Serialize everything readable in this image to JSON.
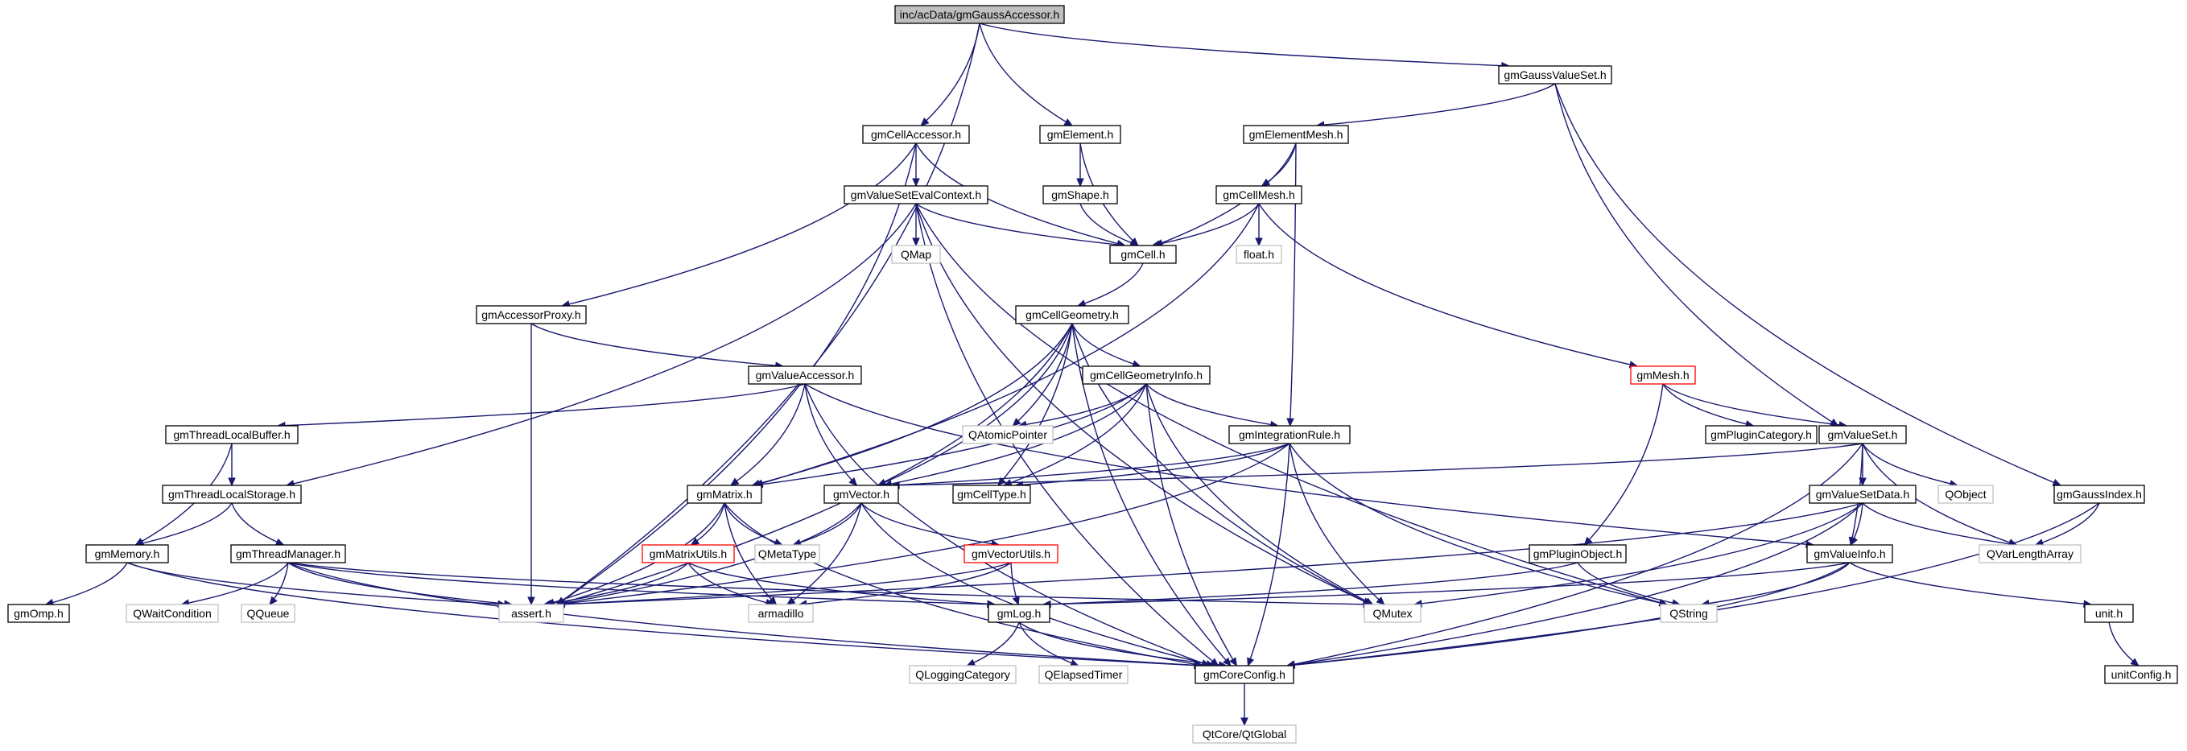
{
  "diagram": {
    "nodes": [
      {
        "id": "gmGaussAccessor",
        "label": "inc/acData/gmGaussAccessor.h",
        "style": "root"
      },
      {
        "id": "gmGaussValueSet",
        "label": "gmGaussValueSet.h",
        "style": "normal"
      },
      {
        "id": "gmCellAccessor",
        "label": "gmCellAccessor.h",
        "style": "normal"
      },
      {
        "id": "gmElement",
        "label": "gmElement.h",
        "style": "normal"
      },
      {
        "id": "gmElementMesh",
        "label": "gmElementMesh.h",
        "style": "normal"
      },
      {
        "id": "gmValueSetEvalContext",
        "label": "gmValueSetEvalContext.h",
        "style": "normal"
      },
      {
        "id": "gmShape",
        "label": "gmShape.h",
        "style": "normal"
      },
      {
        "id": "gmCellMesh",
        "label": "gmCellMesh.h",
        "style": "normal"
      },
      {
        "id": "QMap",
        "label": "QMap",
        "style": "external"
      },
      {
        "id": "gmCell",
        "label": "gmCell.h",
        "style": "normal"
      },
      {
        "id": "float",
        "label": "float.h",
        "style": "external"
      },
      {
        "id": "gmAccessorProxy",
        "label": "gmAccessorProxy.h",
        "style": "normal"
      },
      {
        "id": "gmCellGeometry",
        "label": "gmCellGeometry.h",
        "style": "normal"
      },
      {
        "id": "gmMesh",
        "label": "gmMesh.h",
        "style": "truncated"
      },
      {
        "id": "gmValueAccessor",
        "label": "gmValueAccessor.h",
        "style": "normal"
      },
      {
        "id": "gmCellGeometryInfo",
        "label": "gmCellGeometryInfo.h",
        "style": "normal"
      },
      {
        "id": "gmThreadLocalBuffer",
        "label": "gmThreadLocalBuffer.h",
        "style": "normal"
      },
      {
        "id": "QAtomicPointer",
        "label": "QAtomicPointer",
        "style": "external"
      },
      {
        "id": "gmIntegrationRule",
        "label": "gmIntegrationRule.h",
        "style": "normal"
      },
      {
        "id": "gmPluginCategory",
        "label": "gmPluginCategory.h",
        "style": "normal"
      },
      {
        "id": "gmValueSet",
        "label": "gmValueSet.h",
        "style": "normal"
      },
      {
        "id": "gmThreadLocalStorage",
        "label": "gmThreadLocalStorage.h",
        "style": "normal"
      },
      {
        "id": "gmMatrix",
        "label": "gmMatrix.h",
        "style": "normal"
      },
      {
        "id": "gmVector",
        "label": "gmVector.h",
        "style": "normal"
      },
      {
        "id": "gmCellType",
        "label": "gmCellType.h",
        "style": "normal"
      },
      {
        "id": "gmValueSetData",
        "label": "gmValueSetData.h",
        "style": "normal"
      },
      {
        "id": "QObject",
        "label": "QObject",
        "style": "external"
      },
      {
        "id": "gmGaussIndex",
        "label": "gmGaussIndex.h",
        "style": "normal"
      },
      {
        "id": "gmMemory",
        "label": "gmMemory.h",
        "style": "normal"
      },
      {
        "id": "gmThreadManager",
        "label": "gmThreadManager.h",
        "style": "normal"
      },
      {
        "id": "gmMatrixUtils",
        "label": "gmMatrixUtils.h",
        "style": "truncated"
      },
      {
        "id": "QMetaType",
        "label": "QMetaType",
        "style": "external"
      },
      {
        "id": "gmVectorUtils",
        "label": "gmVectorUtils.h",
        "style": "truncated"
      },
      {
        "id": "gmPluginObject",
        "label": "gmPluginObject.h",
        "style": "normal"
      },
      {
        "id": "gmValueInfo",
        "label": "gmValueInfo.h",
        "style": "normal"
      },
      {
        "id": "QVarLengthArray",
        "label": "QVarLengthArray",
        "style": "external"
      },
      {
        "id": "gmOmp",
        "label": "gmOmp.h",
        "style": "normal"
      },
      {
        "id": "QWaitCondition",
        "label": "QWaitCondition",
        "style": "external"
      },
      {
        "id": "QQueue",
        "label": "QQueue",
        "style": "external"
      },
      {
        "id": "assert",
        "label": "assert.h",
        "style": "external"
      },
      {
        "id": "armadillo",
        "label": "armadillo",
        "style": "external"
      },
      {
        "id": "gmLog",
        "label": "gmLog.h",
        "style": "normal"
      },
      {
        "id": "QMutex",
        "label": "QMutex",
        "style": "external"
      },
      {
        "id": "QString",
        "label": "QString",
        "style": "external"
      },
      {
        "id": "unit",
        "label": "unit.h",
        "style": "normal"
      },
      {
        "id": "gmCoreConfig",
        "label": "gmCoreConfig.h",
        "style": "normal"
      },
      {
        "id": "QLoggingCategory",
        "label": "QLoggingCategory",
        "style": "external"
      },
      {
        "id": "QElapsedTimer",
        "label": "QElapsedTimer",
        "style": "external"
      },
      {
        "id": "unitConfig",
        "label": "unitConfig.h",
        "style": "normal"
      },
      {
        "id": "QtGlobal",
        "label": "QtCore/QtGlobal",
        "style": "external"
      }
    ],
    "edges": [
      [
        "gmGaussAccessor",
        "assert"
      ],
      [
        "gmGaussAccessor",
        "gmCellAccessor"
      ],
      [
        "gmGaussAccessor",
        "gmElement"
      ],
      [
        "gmGaussAccessor",
        "gmGaussValueSet"
      ],
      [
        "gmGaussValueSet",
        "gmElementMesh"
      ],
      [
        "gmGaussValueSet",
        "gmValueSet"
      ],
      [
        "gmGaussValueSet",
        "gmGaussIndex"
      ],
      [
        "gmCellAccessor",
        "gmValueSetEvalContext"
      ],
      [
        "gmCellAccessor",
        "gmCell"
      ],
      [
        "gmCellAccessor",
        "gmAccessorProxy"
      ],
      [
        "gmCellAccessor",
        "assert"
      ],
      [
        "gmElement",
        "gmShape"
      ],
      [
        "gmElement",
        "gmCell"
      ],
      [
        "gmShape",
        "gmCell"
      ],
      [
        "gmElementMesh",
        "gmCellMesh"
      ],
      [
        "gmElementMesh",
        "gmCell"
      ],
      [
        "gmElementMesh",
        "gmIntegrationRule"
      ],
      [
        "gmValueSetEvalContext",
        "gmCell"
      ],
      [
        "gmValueSetEvalContext",
        "QMap"
      ],
      [
        "gmValueSetEvalContext",
        "gmThreadLocalStorage"
      ],
      [
        "gmValueSetEvalContext",
        "gmCoreConfig"
      ],
      [
        "gmValueSetEvalContext",
        "QMutex"
      ],
      [
        "gmValueSetEvalContext",
        "QString"
      ],
      [
        "gmCellMesh",
        "gmCell"
      ],
      [
        "gmCellMesh",
        "float"
      ],
      [
        "gmCellMesh",
        "gmMesh"
      ],
      [
        "gmCellMesh",
        "gmMatrix"
      ],
      [
        "gmCell",
        "gmCellGeometry"
      ],
      [
        "gmAccessorProxy",
        "gmValueAccessor"
      ],
      [
        "gmAccessorProxy",
        "assert"
      ],
      [
        "gmCellGeometry",
        "gmCellGeometryInfo"
      ],
      [
        "gmCellGeometry",
        "QAtomicPointer"
      ],
      [
        "gmCellGeometry",
        "gmCellType"
      ],
      [
        "gmCellGeometry",
        "gmVector"
      ],
      [
        "gmCellGeometry",
        "gmMatrix"
      ],
      [
        "gmCellGeometry",
        "QMutex"
      ],
      [
        "gmCellGeometry",
        "gmCoreConfig"
      ],
      [
        "gmCellGeometry",
        "assert"
      ],
      [
        "gmMesh",
        "gmPluginCategory"
      ],
      [
        "gmMesh",
        "gmValueSet"
      ],
      [
        "gmMesh",
        "gmPluginObject"
      ],
      [
        "gmValueAccessor",
        "gmThreadLocalBuffer"
      ],
      [
        "gmValueAccessor",
        "gmMatrix"
      ],
      [
        "gmValueAccessor",
        "gmVector"
      ],
      [
        "gmValueAccessor",
        "gmCoreConfig"
      ],
      [
        "gmValueAccessor",
        "gmValueInfo"
      ],
      [
        "gmCellGeometryInfo",
        "QAtomicPointer"
      ],
      [
        "gmCellGeometryInfo",
        "gmIntegrationRule"
      ],
      [
        "gmCellGeometryInfo",
        "gmCellType"
      ],
      [
        "gmCellGeometryInfo",
        "gmVector"
      ],
      [
        "gmCellGeometryInfo",
        "gmMatrix"
      ],
      [
        "gmCellGeometryInfo",
        "QMutex"
      ],
      [
        "gmCellGeometryInfo",
        "gmCoreConfig"
      ],
      [
        "gmThreadLocalBuffer",
        "gmThreadLocalStorage"
      ],
      [
        "gmThreadLocalBuffer",
        "gmMemory"
      ],
      [
        "gmIntegrationRule",
        "gmCellType"
      ],
      [
        "gmIntegrationRule",
        "gmVector"
      ],
      [
        "gmIntegrationRule",
        "QMutex"
      ],
      [
        "gmIntegrationRule",
        "gmCoreConfig"
      ],
      [
        "gmIntegrationRule",
        "QString"
      ],
      [
        "gmIntegrationRule",
        "assert"
      ],
      [
        "gmValueSet",
        "gmValueSetData"
      ],
      [
        "gmValueSet",
        "QObject"
      ],
      [
        "gmValueSet",
        "QVarLengthArray"
      ],
      [
        "gmValueSet",
        "gmValueInfo"
      ],
      [
        "gmValueSet",
        "gmCoreConfig"
      ],
      [
        "gmValueSet",
        "gmVector"
      ],
      [
        "gmThreadLocalStorage",
        "gmMemory"
      ],
      [
        "gmThreadLocalStorage",
        "gmThreadManager"
      ],
      [
        "gmMatrix",
        "gmMatrixUtils"
      ],
      [
        "gmMatrix",
        "QMetaType"
      ],
      [
        "gmMatrix",
        "assert"
      ],
      [
        "gmMatrix",
        "armadillo"
      ],
      [
        "gmMatrix",
        "gmCoreConfig"
      ],
      [
        "gmVector",
        "QMetaType"
      ],
      [
        "gmVector",
        "gmVectorUtils"
      ],
      [
        "gmVector",
        "armadillo"
      ],
      [
        "gmVector",
        "assert"
      ],
      [
        "gmVector",
        "gmCoreConfig"
      ],
      [
        "gmValueSetData",
        "gmValueInfo"
      ],
      [
        "gmValueSetData",
        "QVarLengthArray"
      ],
      [
        "gmValueSetData",
        "QMutex"
      ],
      [
        "gmValueSetData",
        "assert"
      ],
      [
        "gmValueSetData",
        "gmCoreConfig"
      ],
      [
        "gmGaussIndex",
        "QVarLengthArray"
      ],
      [
        "gmGaussIndex",
        "gmCoreConfig"
      ],
      [
        "gmMemory",
        "gmOmp"
      ],
      [
        "gmMemory",
        "assert"
      ],
      [
        "gmMemory",
        "gmCoreConfig"
      ],
      [
        "gmThreadManager",
        "QWaitCondition"
      ],
      [
        "gmThreadManager",
        "QQueue"
      ],
      [
        "gmThreadManager",
        "assert"
      ],
      [
        "gmThreadManager",
        "gmLog"
      ],
      [
        "gmThreadManager",
        "QMutex"
      ],
      [
        "gmThreadManager",
        "gmCoreConfig"
      ],
      [
        "gmMatrixUtils",
        "assert"
      ],
      [
        "gmMatrixUtils",
        "armadillo"
      ],
      [
        "gmMatrixUtils",
        "gmLog"
      ],
      [
        "gmVectorUtils",
        "assert"
      ],
      [
        "gmVectorUtils",
        "armadillo"
      ],
      [
        "gmVectorUtils",
        "gmLog"
      ],
      [
        "gmPluginObject",
        "gmLog"
      ],
      [
        "gmPluginObject",
        "QString"
      ],
      [
        "gmValueInfo",
        "QString"
      ],
      [
        "gmValueInfo",
        "unit"
      ],
      [
        "gmValueInfo",
        "gmLog"
      ],
      [
        "gmValueInfo",
        "gmCoreConfig"
      ],
      [
        "gmLog",
        "QLoggingCategory"
      ],
      [
        "gmLog",
        "QElapsedTimer"
      ],
      [
        "gmLog",
        "gmCoreConfig"
      ],
      [
        "unit",
        "unitConfig"
      ],
      [
        "gmCoreConfig",
        "QtGlobal"
      ]
    ],
    "colors": {
      "edge": "#191970",
      "normal_border": "#000000",
      "external_border": "#bfbfbf",
      "truncated_border": "#ff0000",
      "root_fill": "#bfbfbf",
      "node_fill": "#ffffff",
      "text": "#000000"
    }
  }
}
